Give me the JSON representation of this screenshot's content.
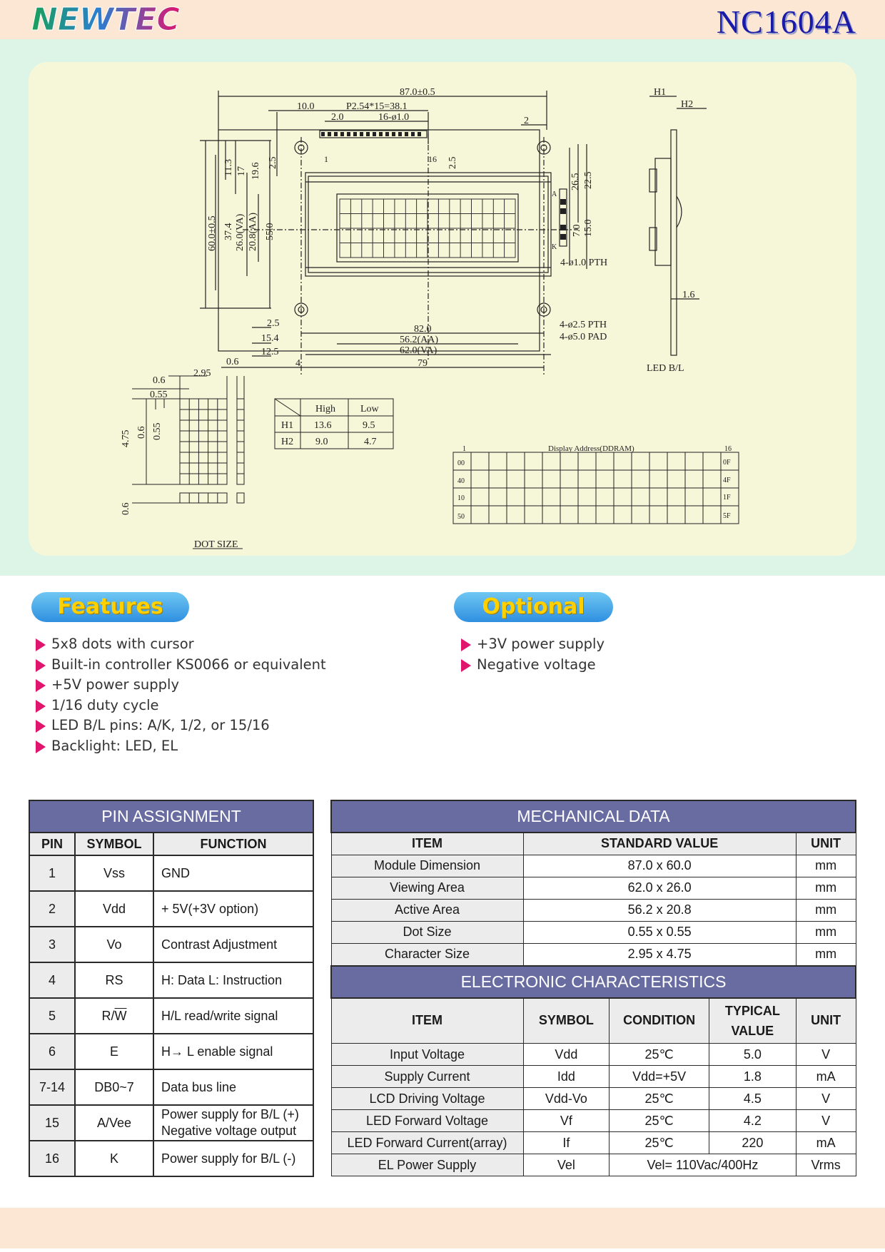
{
  "header": {
    "brand": "NEWTEC",
    "model": "NC1604A"
  },
  "drawing": {
    "dims": {
      "overall_width": "87.0±0.5",
      "d10": "10.0",
      "pitch": "P2.54*15=38.1",
      "d2_0": "2.0",
      "holes16": "16-ø1.0",
      "d2_5_left": "2.5",
      "d2_5_right": "2.5",
      "d2": "2",
      "pin1": "1",
      "pin16": "16",
      "d11_3": "11.3",
      "d17": "17",
      "d19_6": "19.6",
      "d60": "60.0±0.5",
      "d37_4": "37.4",
      "d26_va": "26.0(VA)",
      "d20_8_aa": "20.8(AA)",
      "d55": "55.0",
      "d26_5": "26.5",
      "d22_5": "22.5",
      "d7_0": "7.0",
      "d15_0": "15.0",
      "pth1": "4-ø1.0 PTH",
      "a_label": "A",
      "k_label": "K",
      "bot_2_5": "2.5",
      "bot_15_4": "15.4",
      "bot_12_5": "12.5",
      "bot_82": "82.0",
      "bot_56_2": "56.2(AA)",
      "bot_62": "62.0(VA)",
      "bot_4": "4",
      "bot_79": "79",
      "pth25": "4-ø2.5 PTH",
      "pad50": "4-ø5.0 PAD",
      "h1": "H1",
      "h2": "H2",
      "d1_6": "1.6",
      "led_bl": "LED B/L"
    },
    "dot": {
      "d2_95": "2.95",
      "d0_6a": "0.6",
      "d0_6b": "0.6",
      "d0_55": "0.55",
      "v4_75": "4.75",
      "v0_6": "0.6",
      "v0_55": "0.55",
      "v0_6b": "0.6",
      "caption": "DOT SIZE"
    },
    "h_table": {
      "col_high": "High",
      "col_low": "Low",
      "rows": [
        {
          "name": "H1",
          "high": "13.6",
          "low": "9.5"
        },
        {
          "name": "H2",
          "high": "9.0",
          "low": "4.7"
        }
      ]
    },
    "ddram": {
      "title": "Display Address(DDRAM)",
      "col_first": "1",
      "col_last": "16",
      "rows": [
        {
          "start": "00",
          "end": "0F"
        },
        {
          "start": "40",
          "end": "4F"
        },
        {
          "start": "10",
          "end": "1F"
        },
        {
          "start": "50",
          "end": "5F"
        }
      ]
    }
  },
  "features": {
    "title": "Features",
    "items": [
      "5x8 dots with cursor",
      "Built-in controller KS0066 or equivalent",
      "+5V power supply",
      "1/16 duty cycle",
      "LED B/L pins: A/K, 1/2, or 15/16",
      "Backlight: LED, EL"
    ]
  },
  "optional": {
    "title": "Optional",
    "items": [
      "+3V power supply",
      "Negative voltage"
    ]
  },
  "pin_assignment": {
    "title": "PIN ASSIGNMENT",
    "headers": [
      "PIN",
      "SYMBOL",
      "FUNCTION"
    ],
    "rows": [
      {
        "pin": "1",
        "symbol": "Vss",
        "function": "GND"
      },
      {
        "pin": "2",
        "symbol": "Vdd",
        "function": "+ 5V(+3V option)"
      },
      {
        "pin": "3",
        "symbol": "Vo",
        "function": "Contrast Adjustment"
      },
      {
        "pin": "4",
        "symbol": "RS",
        "function": "H: Data L: Instruction"
      },
      {
        "pin": "5",
        "symbol_main": "R/",
        "symbol_bar": "W",
        "function": "H/L read/write signal"
      },
      {
        "pin": "6",
        "symbol": "E",
        "function": "H→ L enable signal"
      },
      {
        "pin": "7-14",
        "symbol": "DB0~7",
        "function": "Data bus line"
      },
      {
        "pin": "15",
        "symbol": "A/Vee",
        "function_l1": "Power supply for B/L (+)",
        "function_l2": "Negative voltage output"
      },
      {
        "pin": "16",
        "symbol": "K",
        "function": "Power supply for B/L (-)"
      }
    ]
  },
  "mechanical": {
    "title": "MECHANICAL DATA",
    "headers": [
      "ITEM",
      "STANDARD VALUE",
      "UNIT"
    ],
    "rows": [
      {
        "item": "Module Dimension",
        "value": "87.0 x 60.0",
        "unit": "mm"
      },
      {
        "item": "Viewing Area",
        "value": "62.0 x 26.0",
        "unit": "mm"
      },
      {
        "item": "Active Area",
        "value": "56.2 x 20.8",
        "unit": "mm"
      },
      {
        "item": "Dot Size",
        "value": "0.55 x 0.55",
        "unit": "mm"
      },
      {
        "item": "Character Size",
        "value": "2.95 x 4.75",
        "unit": "mm"
      }
    ]
  },
  "electronic": {
    "title": "ELECTRONIC CHARACTERISTICS",
    "headers": {
      "item": "ITEM",
      "symbol": "SYMBOL",
      "condition": "CONDITION",
      "typ_l1": "TYPICAL",
      "typ_l2": "VALUE",
      "unit": "UNIT"
    },
    "rows": [
      {
        "item": "Input Voltage",
        "symbol": "Vdd",
        "condition": "25℃",
        "value": "5.0",
        "unit": "V"
      },
      {
        "item": "Supply Current",
        "symbol": "Idd",
        "condition": "Vdd=+5V",
        "value": "1.8",
        "unit": "mA"
      },
      {
        "item": "LCD Driving Voltage",
        "symbol": "Vdd-Vo",
        "condition": "25℃",
        "value": "4.5",
        "unit": "V"
      },
      {
        "item": "LED Forward Voltage",
        "symbol": "Vf",
        "condition": "25℃",
        "value": "4.2",
        "unit": "V"
      },
      {
        "item": "LED Forward Current(array)",
        "symbol": "If",
        "condition": "25℃",
        "value": "220",
        "unit": "mA"
      },
      {
        "item": "EL Power Supply",
        "symbol": "Vel",
        "condition": "Vel= 110Vac/400Hz",
        "unit": "Vrms"
      }
    ]
  }
}
